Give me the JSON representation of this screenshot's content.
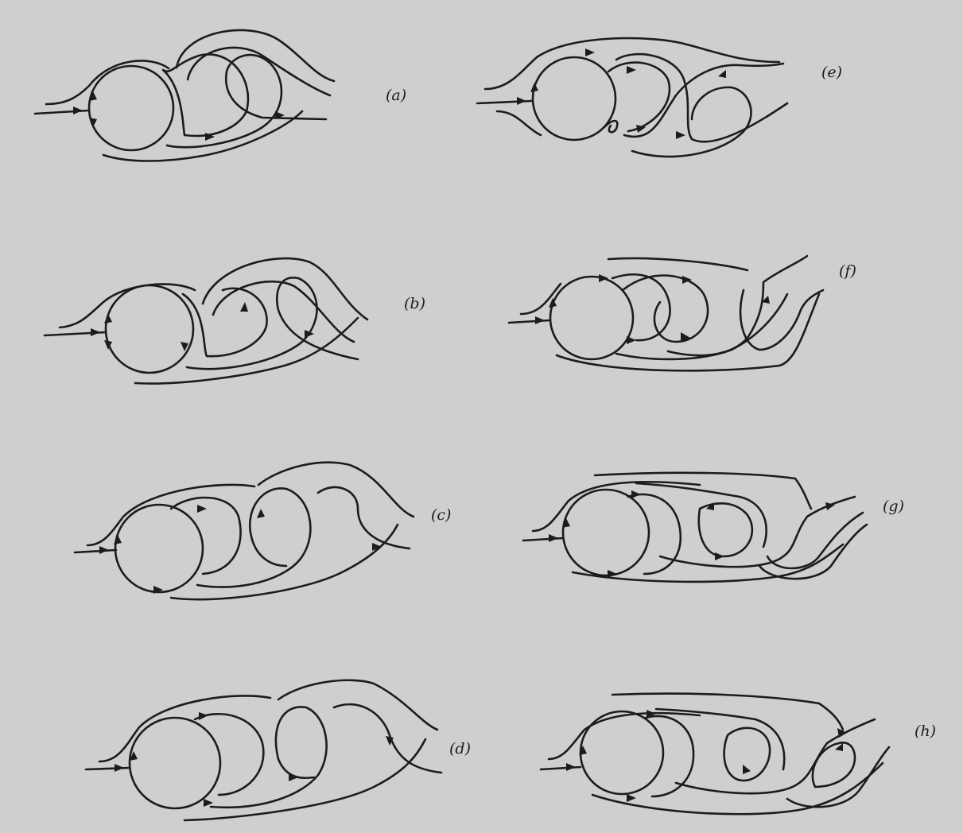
{
  "panels": [
    {
      "id": "a",
      "label": "(a)"
    },
    {
      "id": "b",
      "label": "(b)"
    },
    {
      "id": "c",
      "label": "(c)"
    },
    {
      "id": "d",
      "label": "(d)"
    },
    {
      "id": "e",
      "label": "(e)"
    },
    {
      "id": "f",
      "label": "(f)"
    },
    {
      "id": "g",
      "label": "(g)"
    },
    {
      "id": "h",
      "label": "(h)"
    }
  ],
  "colors": {
    "background": "#cfcfcd",
    "ink": "#1c1c1c"
  }
}
